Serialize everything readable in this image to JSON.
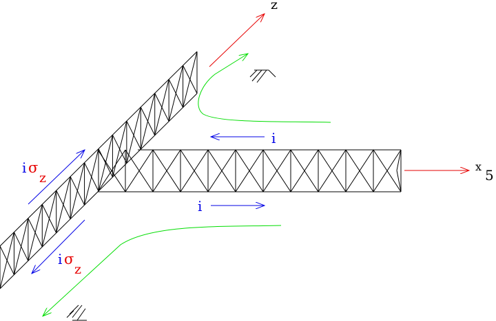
{
  "axes": {
    "z_label": "z",
    "x_label": "x",
    "x_subscript": "5"
  },
  "currents": {
    "top_label": "i",
    "bottom_label": "i",
    "upper_left": {
      "prefix": "i",
      "sigma": "σ",
      "subscript": "z"
    },
    "lower_left": {
      "prefix": "i",
      "sigma": "σ",
      "subscript": "z"
    }
  },
  "colors": {
    "lattice": "#000000",
    "axis_arrow": "#e60000",
    "current_arrow": "#0000e6",
    "flow_curve": "#00dd00",
    "sigma_text": "#e60000",
    "i_text": "#0000e6"
  },
  "lattice": {
    "horizontal_cells": 11,
    "diagonal_cells": 14
  }
}
